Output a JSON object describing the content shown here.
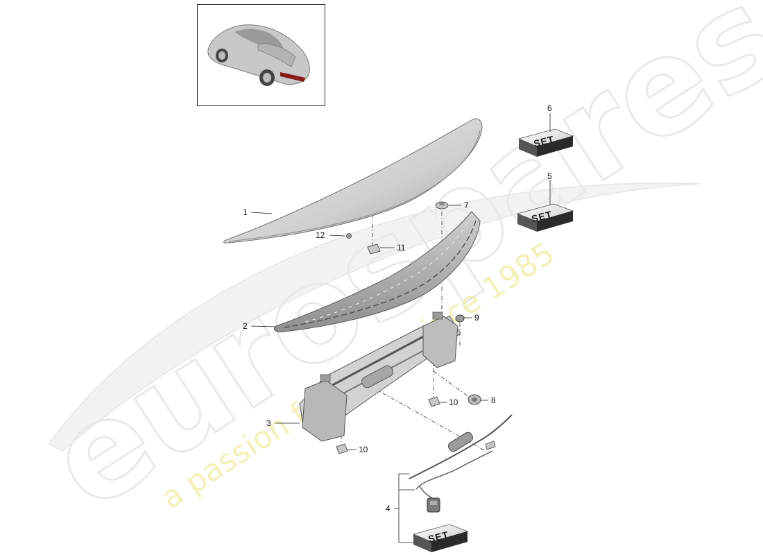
{
  "watermark": {
    "brand": "eurospares",
    "slogan": "a passion for parts since 1985"
  },
  "callouts": [
    {
      "id": "1",
      "label": "1"
    },
    {
      "id": "2",
      "label": "2"
    },
    {
      "id": "3",
      "label": "3"
    },
    {
      "id": "4",
      "label": "4"
    },
    {
      "id": "5",
      "label": "5"
    },
    {
      "id": "6",
      "label": "6"
    },
    {
      "id": "7",
      "label": "7"
    },
    {
      "id": "8",
      "label": "8"
    },
    {
      "id": "9",
      "label": "9"
    },
    {
      "id": "10a",
      "label": "10"
    },
    {
      "id": "10b",
      "label": "10"
    },
    {
      "id": "11",
      "label": "11"
    },
    {
      "id": "12",
      "label": "12"
    }
  ],
  "set_badges": [
    {
      "id": "set-6",
      "label": "SET"
    },
    {
      "id": "set-5",
      "label": "SET"
    },
    {
      "id": "set-4",
      "label": "SET"
    }
  ],
  "colors": {
    "line": "#222222",
    "part_fill": "#d9d9d9",
    "part_shade": "#a9a9a9",
    "watermark_slogan": "#efeda0"
  }
}
